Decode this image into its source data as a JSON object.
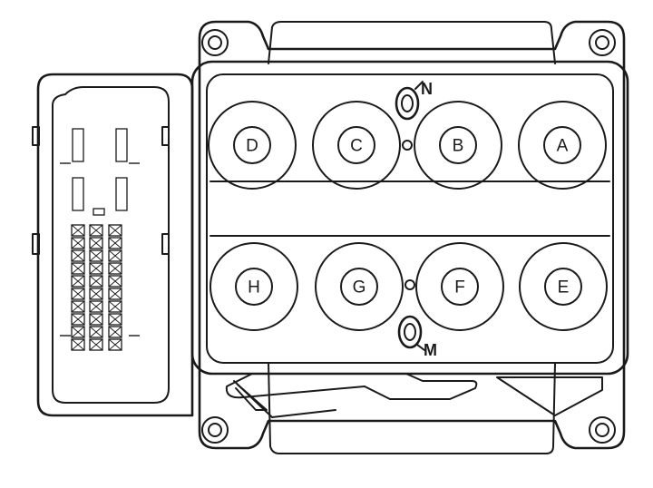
{
  "ports": [
    {
      "id": "A",
      "label": "A"
    },
    {
      "id": "B",
      "label": "B"
    },
    {
      "id": "C",
      "label": "C"
    },
    {
      "id": "D",
      "label": "D"
    },
    {
      "id": "E",
      "label": "E"
    },
    {
      "id": "F",
      "label": "F"
    },
    {
      "id": "G",
      "label": "G"
    },
    {
      "id": "H",
      "label": "H"
    }
  ],
  "bolts": {
    "top": {
      "label": "N"
    },
    "bottom": {
      "label": "M"
    }
  }
}
